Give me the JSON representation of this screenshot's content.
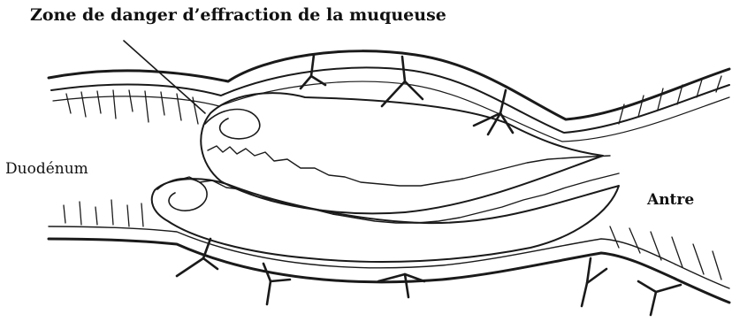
{
  "diagram": {
    "title_label": "Zone de danger d’effraction de la muqueuse",
    "left_label": "Duodénum",
    "right_label": "Antre"
  },
  "colors": {
    "ink": "#1a1a1a",
    "background": "#ffffff"
  }
}
